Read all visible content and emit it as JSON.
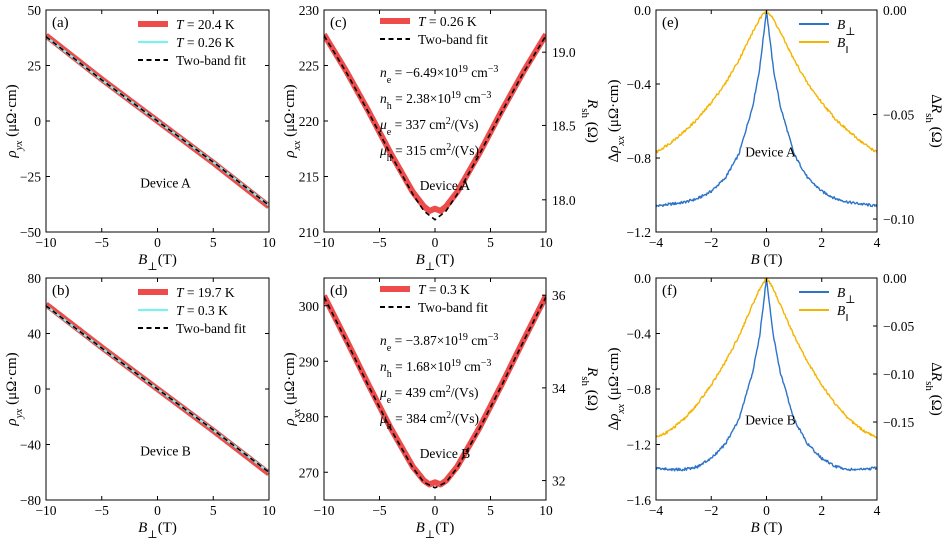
{
  "colors": {
    "red": "#ee4b4b",
    "cyan": "#7ff0f0",
    "black_dash": "#000000",
    "blue": "#2d73c8",
    "orange": "#f5b400"
  },
  "chart_data": [
    {
      "id": "a",
      "type": "line",
      "panel_label": "(a)",
      "device_label": "Device A",
      "xlabel": {
        "base": "B",
        "sub": "⊥",
        "unit": "(T)"
      },
      "ylabel": {
        "base": "ρ",
        "sub": "yx",
        "unit": " (μΩ·cm)"
      },
      "xlim": [
        -10,
        10
      ],
      "ylim": [
        -50,
        50
      ],
      "xticks": [
        -10,
        -5,
        0,
        5,
        10
      ],
      "xtick_labels": [
        "−10",
        "−5",
        "0",
        "5",
        "10"
      ],
      "yticks": [
        -50,
        -25,
        0,
        25,
        50
      ],
      "ytick_labels": [
        "−50",
        "−25",
        "0",
        "25",
        "50"
      ],
      "legend_position": "top-right",
      "series": [
        {
          "name": "T = 20.4 K",
          "name_parts": [
            "T",
            " = 20.4 K"
          ],
          "style": "thick-red",
          "color": "#ee4b4b",
          "x": [
            -10,
            -5,
            0,
            5,
            10
          ],
          "y": [
            38.5,
            18.8,
            0,
            -18.8,
            -38.5
          ]
        },
        {
          "name": "T = 0.26 K",
          "name_parts": [
            "T",
            " = 0.26 K"
          ],
          "style": "cyan",
          "color": "#7ff0f0",
          "x": [
            -10,
            -5,
            0,
            5,
            10
          ],
          "y": [
            38,
            18.5,
            0,
            -18.5,
            -38
          ]
        },
        {
          "name": "Two-band fit",
          "name_parts": [
            "",
            "Two-band fit"
          ],
          "style": "dashed",
          "color": "#000000",
          "x": [
            -10,
            -5,
            0,
            5,
            10
          ],
          "y": [
            38,
            18.5,
            0,
            -18.5,
            -38
          ]
        }
      ]
    },
    {
      "id": "b",
      "type": "line",
      "panel_label": "(b)",
      "device_label": "Device B",
      "xlabel": {
        "base": "B",
        "sub": "⊥",
        "unit": "(T)"
      },
      "ylabel": {
        "base": "ρ",
        "sub": "yx",
        "unit": " (μΩ·cm)"
      },
      "xlim": [
        -10,
        10
      ],
      "ylim": [
        -80,
        80
      ],
      "xticks": [
        -10,
        -5,
        0,
        5,
        10
      ],
      "xtick_labels": [
        "−10",
        "−5",
        "0",
        "5",
        "10"
      ],
      "yticks": [
        -80,
        -40,
        0,
        40,
        80
      ],
      "ytick_labels": [
        "−80",
        "−40",
        "0",
        "40",
        "80"
      ],
      "legend_position": "top-right",
      "series": [
        {
          "name": "T = 19.7 K",
          "name_parts": [
            "T",
            " = 19.7 K"
          ],
          "style": "thick-red",
          "color": "#ee4b4b",
          "x": [
            -10,
            -5,
            0,
            5,
            10
          ],
          "y": [
            61,
            30,
            0,
            -30,
            -61
          ]
        },
        {
          "name": "T = 0.3 K",
          "name_parts": [
            "T",
            " = 0.3 K"
          ],
          "style": "cyan",
          "color": "#7ff0f0",
          "x": [
            -10,
            -5,
            0,
            5,
            10
          ],
          "y": [
            60,
            29.5,
            0,
            -29.5,
            -60
          ]
        },
        {
          "name": "Two-band fit",
          "name_parts": [
            "",
            "Two-band fit"
          ],
          "style": "dashed",
          "color": "#000000",
          "x": [
            -10,
            -5,
            0,
            5,
            10
          ],
          "y": [
            60,
            29.5,
            0,
            -29.5,
            -60
          ]
        }
      ]
    },
    {
      "id": "c",
      "type": "line",
      "panel_label": "(c)",
      "device_label": "Device A",
      "xlabel": {
        "base": "B",
        "sub": "⊥",
        "unit": "(T)"
      },
      "ylabel": {
        "base": "ρ",
        "sub": "xx",
        "unit": " (μΩ·cm)"
      },
      "ylabel_right": {
        "base": "R",
        "sub": "sh",
        "unit": " (Ω)"
      },
      "xlim": [
        -10,
        10
      ],
      "ylim": [
        210,
        230
      ],
      "xticks": [
        -10,
        -5,
        0,
        5,
        10
      ],
      "xtick_labels": [
        "−10",
        "−5",
        "0",
        "5",
        "10"
      ],
      "yticks": [
        210,
        215,
        220,
        225,
        230
      ],
      "ytick_labels": [
        "210",
        "215",
        "220",
        "225",
        "230"
      ],
      "right_ticks": [
        {
          "y": 212.9,
          "label": "18.0"
        },
        {
          "y": 219.6,
          "label": "18.5"
        },
        {
          "y": 226.2,
          "label": "19.0"
        }
      ],
      "legend_position": "top-center",
      "params": {
        "ne": {
          "sym": "n",
          "sub": "e",
          "val": " = −6.49×10",
          "exp": "19",
          "unit": " cm",
          "uexp": "−3"
        },
        "nh": {
          "sym": "n",
          "sub": "h",
          "val": " = 2.38×10",
          "exp": "19",
          "unit": " cm",
          "uexp": "−3"
        },
        "mue": {
          "sym": "μ",
          "sub": "e",
          "val": " = 337 cm",
          "exp": "2",
          "unit": "/(Vs)",
          "uexp": ""
        },
        "muh": {
          "sym": "μ",
          "sub": "h",
          "val": " = 315 cm",
          "exp": "2",
          "unit": "/(Vs)",
          "uexp": ""
        }
      },
      "series": [
        {
          "name": "T = 0.26 K",
          "name_parts": [
            "T",
            " = 0.26 K"
          ],
          "style": "thick-red",
          "color": "#ee4b4b",
          "x": [
            -10,
            -8,
            -6,
            -4,
            -2,
            -1,
            -0.5,
            0,
            0.5,
            1,
            2,
            4,
            6,
            8,
            10
          ],
          "y": [
            227.8,
            224.5,
            220.9,
            217.1,
            213.6,
            212.3,
            211.9,
            212.1,
            211.9,
            212.3,
            213.6,
            217.1,
            220.9,
            224.5,
            227.8
          ]
        },
        {
          "name": "Two-band fit",
          "name_parts": [
            "",
            "Two-band fit"
          ],
          "style": "dashed",
          "color": "#000000",
          "x": [
            -10,
            -8,
            -6,
            -4,
            -2,
            -1,
            0,
            1,
            2,
            4,
            6,
            8,
            10
          ],
          "y": [
            227.7,
            224.4,
            220.8,
            217.0,
            213.4,
            211.9,
            211.1,
            211.9,
            213.4,
            217.0,
            220.8,
            224.4,
            227.7
          ]
        }
      ]
    },
    {
      "id": "d",
      "type": "line",
      "panel_label": "(d)",
      "device_label": "Device B",
      "xlabel": {
        "base": "B",
        "sub": "⊥",
        "unit": "(T)"
      },
      "ylabel": {
        "base": "ρ",
        "sub": "xx",
        "unit": " (μΩ·cm)"
      },
      "ylabel_right": {
        "base": "R",
        "sub": "sh",
        "unit": " (Ω)"
      },
      "xlim": [
        -10,
        10
      ],
      "ylim": [
        265,
        305
      ],
      "xticks": [
        -10,
        -5,
        0,
        5,
        10
      ],
      "xtick_labels": [
        "−10",
        "−5",
        "0",
        "5",
        "10"
      ],
      "yticks": [
        270,
        280,
        290,
        300
      ],
      "ytick_labels": [
        "270",
        "280",
        "290",
        "300"
      ],
      "right_ticks": [
        {
          "y": 268.5,
          "label": "32"
        },
        {
          "y": 285.2,
          "label": "34"
        },
        {
          "y": 301.9,
          "label": "36"
        }
      ],
      "legend_position": "top-center",
      "params": {
        "ne": {
          "sym": "n",
          "sub": "e",
          "val": " = −3.87×10",
          "exp": "19",
          "unit": " cm",
          "uexp": "−3"
        },
        "nh": {
          "sym": "n",
          "sub": "h",
          "val": " = 1.68×10",
          "exp": "19",
          "unit": " cm",
          "uexp": "−3"
        },
        "mue": {
          "sym": "μ",
          "sub": "e",
          "val": " = 439 cm",
          "exp": "2",
          "unit": "/(Vs)",
          "uexp": ""
        },
        "muh": {
          "sym": "μ",
          "sub": "h",
          "val": " = 384 cm",
          "exp": "2",
          "unit": "/(Vs)",
          "uexp": ""
        }
      },
      "series": [
        {
          "name": "T = 0.3 K",
          "name_parts": [
            "T",
            " = 0.3 K"
          ],
          "style": "thick-red",
          "color": "#ee4b4b",
          "x": [
            -10,
            -8,
            -6,
            -4,
            -2,
            -1,
            -0.5,
            0,
            0.5,
            1,
            2,
            4,
            6,
            8,
            10
          ],
          "y": [
            301.8,
            293.9,
            285.8,
            278.0,
            271.0,
            268.5,
            267.8,
            268.2,
            267.8,
            268.5,
            271.0,
            278.0,
            285.8,
            293.9,
            301.8
          ]
        },
        {
          "name": "Two-band fit",
          "name_parts": [
            "",
            "Two-band fit"
          ],
          "style": "dashed",
          "color": "#000000",
          "x": [
            -10,
            -8,
            -6,
            -4,
            -2,
            -1,
            0,
            1,
            2,
            4,
            6,
            8,
            10
          ],
          "y": [
            301.6,
            293.7,
            285.6,
            277.8,
            270.8,
            268.2,
            267.2,
            268.2,
            270.8,
            277.8,
            285.6,
            293.7,
            301.6
          ]
        }
      ]
    },
    {
      "id": "e",
      "type": "line",
      "panel_label": "(e)",
      "device_label": "Device A",
      "xlabel": {
        "base": "B",
        "sub": "",
        "unit": " (T)"
      },
      "ylabel": {
        "prefix": "Δ",
        "base": "ρ",
        "sub": "xx",
        "unit": " (μΩ·cm)"
      },
      "ylabel_right": {
        "prefix": "Δ",
        "base": "R",
        "sub": "sh",
        "unit": " (Ω)"
      },
      "xlim": [
        -4,
        4
      ],
      "ylim": [
        -1.2,
        0
      ],
      "xticks": [
        -4,
        -2,
        0,
        2,
        4
      ],
      "xtick_labels": [
        "−4",
        "−2",
        "0",
        "2",
        "4"
      ],
      "yticks": [
        -1.2,
        -0.8,
        -0.4,
        0
      ],
      "ytick_labels": [
        "−1.2",
        "−0.8",
        "−0.4",
        "0.0"
      ],
      "right_ticks": [
        {
          "y": 0,
          "label": "0.00"
        },
        {
          "y": -0.565,
          "label": "−0.05"
        },
        {
          "y": -1.13,
          "label": "−0.10"
        }
      ],
      "legend_position": "top-right",
      "series": [
        {
          "name": "B⊥",
          "name_parts": [
            "B",
            "⊥"
          ],
          "style": "blue",
          "color": "#2d73c8",
          "x": [
            -4,
            -3.5,
            -3,
            -2.5,
            -2,
            -1.5,
            -1,
            -0.5,
            -0.25,
            -0.1,
            0,
            0.1,
            0.25,
            0.5,
            1,
            1.5,
            2,
            2.5,
            3,
            3.5,
            4
          ],
          "y": [
            -1.06,
            -1.05,
            -1.04,
            -1.02,
            -0.98,
            -0.91,
            -0.78,
            -0.52,
            -0.32,
            -0.13,
            0,
            -0.13,
            -0.32,
            -0.52,
            -0.78,
            -0.91,
            -0.98,
            -1.02,
            -1.04,
            -1.05,
            -1.06
          ]
        },
        {
          "name": "B‖",
          "name_parts": [
            "B",
            "‖"
          ],
          "style": "orange",
          "color": "#f5b400",
          "x": [
            -4,
            -3.5,
            -3,
            -2.5,
            -2,
            -1.5,
            -1,
            -0.5,
            -0.25,
            0,
            0.25,
            0.5,
            1,
            1.5,
            2,
            2.5,
            3,
            3.5,
            4
          ],
          "y": [
            -0.77,
            -0.72,
            -0.66,
            -0.59,
            -0.5,
            -0.4,
            -0.27,
            -0.12,
            -0.05,
            0,
            -0.05,
            -0.12,
            -0.27,
            -0.4,
            -0.5,
            -0.59,
            -0.66,
            -0.72,
            -0.77
          ]
        }
      ]
    },
    {
      "id": "f",
      "type": "line",
      "panel_label": "(f)",
      "device_label": "Device B",
      "xlabel": {
        "base": "B",
        "sub": "",
        "unit": " (T)"
      },
      "ylabel": {
        "prefix": "Δ",
        "base": "ρ",
        "sub": "xx",
        "unit": " (μΩ·cm)"
      },
      "ylabel_right": {
        "prefix": "Δ",
        "base": "R",
        "sub": "sh",
        "unit": " (Ω)"
      },
      "xlim": [
        -4,
        4
      ],
      "ylim": [
        -1.6,
        0
      ],
      "xticks": [
        -4,
        -2,
        0,
        2,
        4
      ],
      "xtick_labels": [
        "−4",
        "−2",
        "0",
        "2",
        "4"
      ],
      "yticks": [
        -1.6,
        -1.2,
        -0.8,
        -0.4,
        0
      ],
      "ytick_labels": [
        "−1.6",
        "−1.2",
        "−0.8",
        "−0.4",
        "0.0"
      ],
      "right_ticks": [
        {
          "y": 0,
          "label": "0.00"
        },
        {
          "y": -0.346,
          "label": "−0.05"
        },
        {
          "y": -0.692,
          "label": "−0.10"
        },
        {
          "y": -1.038,
          "label": "−0.15"
        }
      ],
      "right_tick_labels_visible": [
        "0.00",
        "−0.05",
        "−0.10",
        "−0.15"
      ],
      "legend_position": "top-right",
      "series": [
        {
          "name": "B⊥",
          "name_parts": [
            "B",
            "⊥"
          ],
          "style": "blue",
          "color": "#2d73c8",
          "x": [
            -4,
            -3.5,
            -3,
            -2.5,
            -2,
            -1.5,
            -1,
            -0.5,
            -0.25,
            -0.1,
            0,
            0.1,
            0.25,
            0.5,
            1,
            1.5,
            2,
            2.5,
            3,
            3.5,
            4
          ],
          "y": [
            -1.37,
            -1.38,
            -1.38,
            -1.36,
            -1.3,
            -1.2,
            -1.02,
            -0.68,
            -0.42,
            -0.17,
            0,
            -0.17,
            -0.42,
            -0.68,
            -1.02,
            -1.2,
            -1.3,
            -1.36,
            -1.38,
            -1.38,
            -1.37
          ]
        },
        {
          "name": "B‖",
          "name_parts": [
            "B",
            "‖"
          ],
          "style": "orange",
          "color": "#f5b400",
          "x": [
            -4,
            -3.5,
            -3,
            -2.5,
            -2,
            -1.5,
            -1,
            -0.5,
            -0.25,
            0,
            0.25,
            0.5,
            1,
            1.5,
            2,
            2.5,
            3,
            3.5,
            4
          ],
          "y": [
            -1.15,
            -1.1,
            -1.02,
            -0.91,
            -0.77,
            -0.61,
            -0.42,
            -0.19,
            -0.08,
            0,
            -0.08,
            -0.19,
            -0.42,
            -0.61,
            -0.77,
            -0.91,
            -1.02,
            -1.1,
            -1.15
          ]
        }
      ]
    }
  ]
}
